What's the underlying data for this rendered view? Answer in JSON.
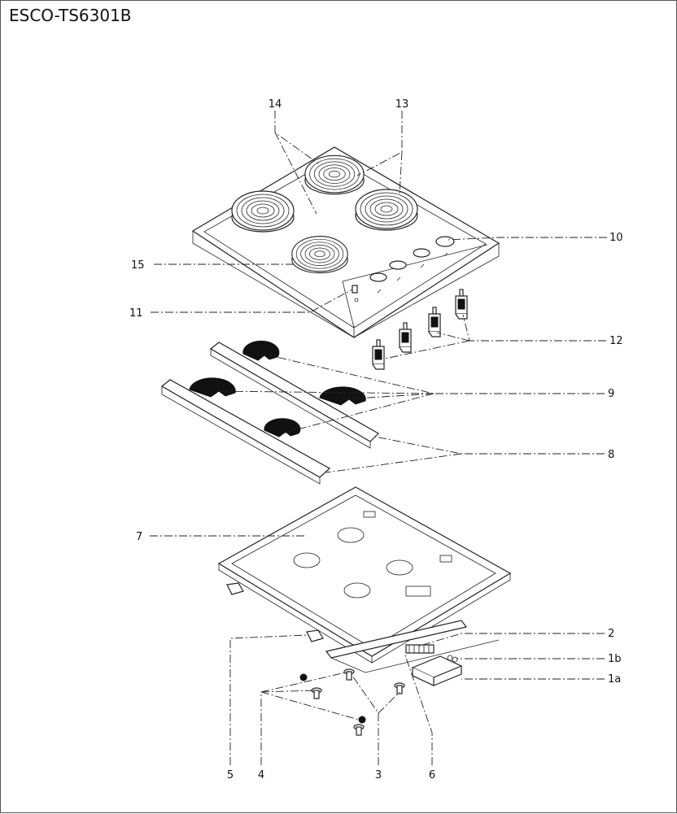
{
  "title": "ESCO-TS6301B",
  "callouts": {
    "c14": "14",
    "c13": "13",
    "c10": "10",
    "c15": "15",
    "c11": "11",
    "c12": "12",
    "c9": "9",
    "c8": "8",
    "c7": "7",
    "c2": "2",
    "c1b": "1b",
    "c1a": "1a",
    "c5": "5",
    "c4": "4",
    "c3": "3",
    "c6": "6"
  }
}
